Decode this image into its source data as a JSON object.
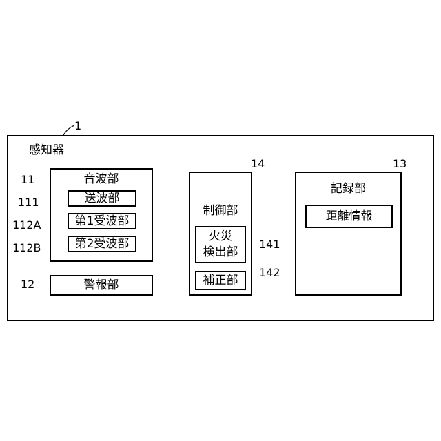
{
  "device": {
    "label": "感知器",
    "ref": "1"
  },
  "sonic_unit": {
    "label": "音波部",
    "ref": "11"
  },
  "transmitter": {
    "label": "送波部",
    "ref": "111"
  },
  "receiver_1": {
    "label": "第1受波部",
    "ref": "112A"
  },
  "receiver_2": {
    "label": "第2受波部",
    "ref": "112B"
  },
  "alarm_unit": {
    "label": "警報部",
    "ref": "12"
  },
  "control_unit": {
    "label": "制御部",
    "ref": "14"
  },
  "fire_detector": {
    "line1": "火災",
    "line2": "検出部",
    "ref": "141"
  },
  "corrector": {
    "label": "補正部",
    "ref": "142"
  },
  "storage_unit": {
    "label": "記録部",
    "ref": "13"
  },
  "distance_info": {
    "label": "距離情報"
  }
}
